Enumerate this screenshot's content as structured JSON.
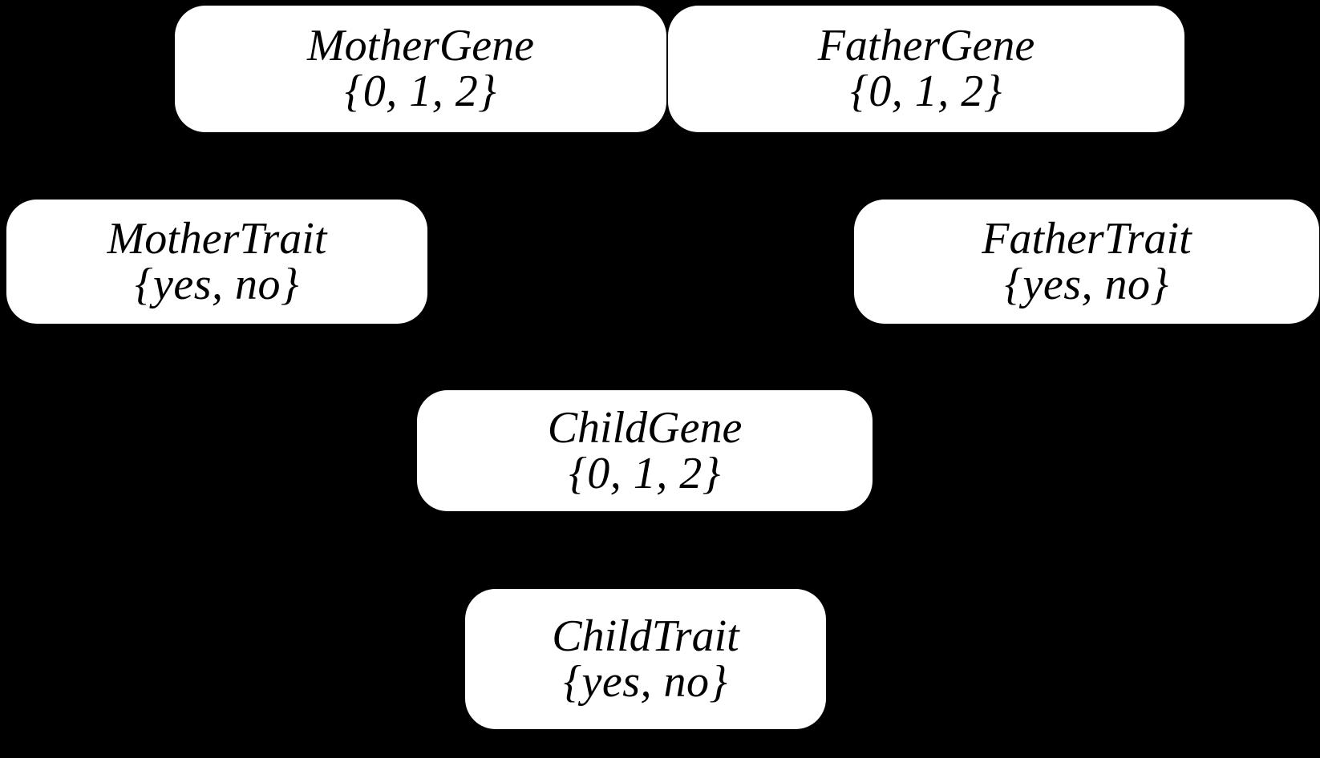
{
  "diagram": {
    "type": "bayesian-network",
    "background_color": "#000000",
    "node_fill_color": "#ffffff",
    "node_text_color": "#000000",
    "nodes": [
      {
        "id": "mother-gene",
        "name": "MotherGene",
        "domain": "{0, 1, 2}",
        "values": [
          "0",
          "1",
          "2"
        ]
      },
      {
        "id": "father-gene",
        "name": "FatherGene",
        "domain": "{0, 1, 2}",
        "values": [
          "0",
          "1",
          "2"
        ]
      },
      {
        "id": "mother-trait",
        "name": "MotherTrait",
        "domain": "{yes, no}",
        "values": [
          "yes",
          "no"
        ]
      },
      {
        "id": "father-trait",
        "name": "FatherTrait",
        "domain": "{yes, no}",
        "values": [
          "yes",
          "no"
        ]
      },
      {
        "id": "child-gene",
        "name": "ChildGene",
        "domain": "{0, 1, 2}",
        "values": [
          "0",
          "1",
          "2"
        ]
      },
      {
        "id": "child-trait",
        "name": "ChildTrait",
        "domain": "{yes, no}",
        "values": [
          "yes",
          "no"
        ]
      }
    ]
  }
}
